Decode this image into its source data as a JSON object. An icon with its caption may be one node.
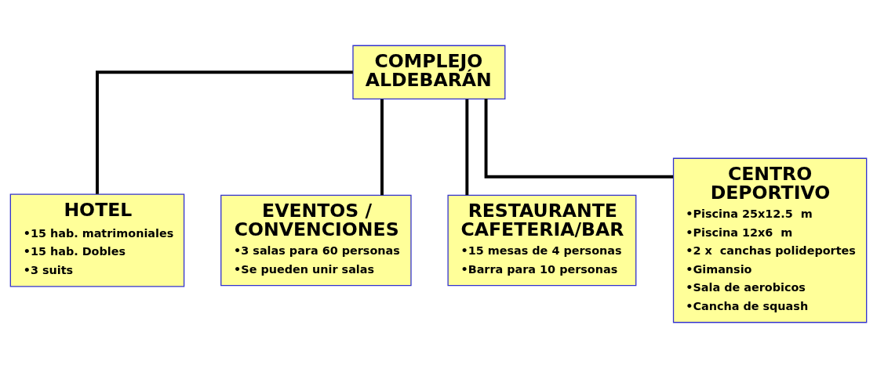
{
  "diagram": {
    "nodes": [
      {
        "text": [
          "COMPLEJO ALDEBARÁN"
        ]
      },
      {
        "text": [
          "HOTEL",
          "•15 hab. matrimoniales",
          "•15 hab. Dobles",
          "•3 suits"
        ]
      },
      {
        "text": [
          "EVENTOS / CONVENCIONES",
          "•3 salas para 60 personas",
          "•Se pueden unir salas"
        ]
      },
      {
        "text": [
          "RESTAURANTE CAFETERIA/BAR",
          "•15 mesas de 4 personas",
          "•Barra para 10 personas"
        ]
      },
      {
        "text": [
          "CENTRO DEPORTIVO",
          "•Piscina 25x12.5  m",
          "•Piscina 12x6  m",
          "•2 x  canchas polideportes",
          "•Gimansio",
          "•Sala de aerobicos",
          "•Cancha de squash"
        ]
      }
    ],
    "edges": [
      {
        "from": 0,
        "to": 1,
        "arrow": "none"
      },
      {
        "from": 0,
        "to": 2,
        "arrow": "none"
      },
      {
        "from": 0,
        "to": 3,
        "arrow": "none"
      },
      {
        "from": 0,
        "to": 4,
        "arrow": "none"
      }
    ]
  }
}
